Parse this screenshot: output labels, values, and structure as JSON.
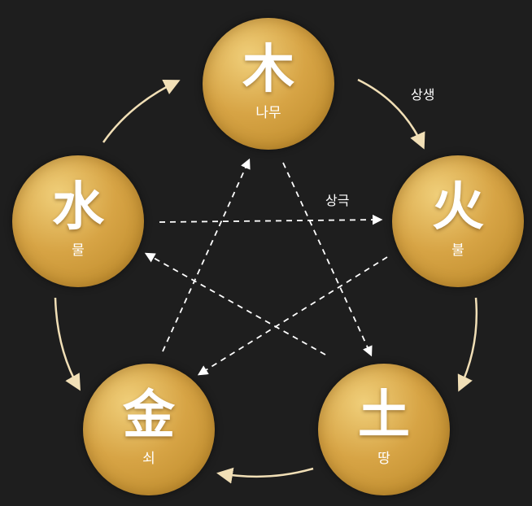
{
  "elements": {
    "wood": {
      "hanja": "木",
      "korean": "나무"
    },
    "fire": {
      "hanja": "火",
      "korean": "불"
    },
    "earth": {
      "hanja": "土",
      "korean": "땅"
    },
    "metal": {
      "hanja": "金",
      "korean": "쇠"
    },
    "water": {
      "hanja": "水",
      "korean": "물"
    }
  },
  "labels": {
    "generating": "상생",
    "overcoming": "상극"
  },
  "colors": {
    "background": "#1e1e1e",
    "gold": "#d7a445",
    "arrow_solid": "#f1dfb6",
    "arrow_dashed": "#ffffff",
    "text": "#ffffff"
  }
}
